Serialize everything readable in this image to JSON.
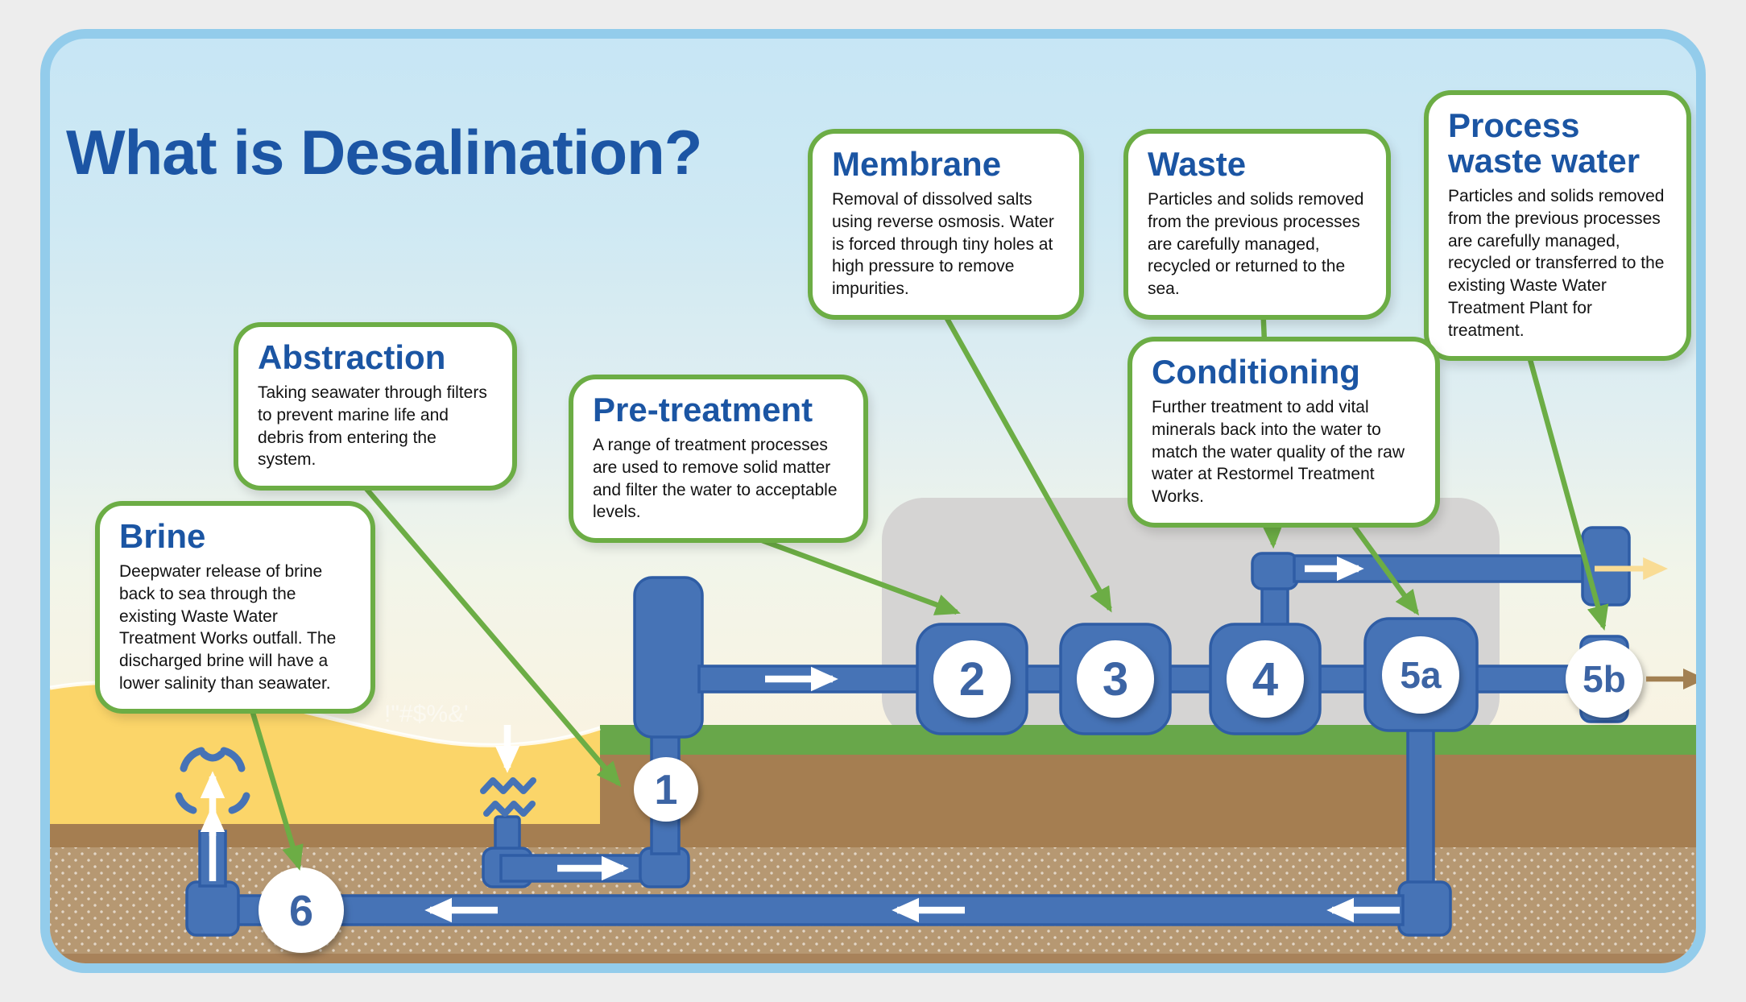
{
  "title": "What is Desalination?",
  "callouts": {
    "abstraction": {
      "heading": "Abstraction",
      "body": "Taking seawater through filters to prevent marine life and debris from entering the system."
    },
    "pretreatment": {
      "heading": "Pre-treatment",
      "body": "A range of treatment processes are used to remove solid matter and filter the water to acceptable levels."
    },
    "membrane": {
      "heading": "Membrane",
      "body": "Removal of dissolved salts using reverse osmosis. Water is forced through tiny holes at high pressure to remove impurities."
    },
    "waste": {
      "heading": "Waste",
      "body": "Particles and solids removed from the previous processes are carefully managed, recycled or returned to the sea."
    },
    "process_waste_water": {
      "heading": "Process waste water",
      "body": "Particles and solids removed from the previous processes are carefully managed, recycled or transferred to the existing Waste Water Treatment Plant for treatment."
    },
    "conditioning": {
      "heading": "Conditioning",
      "body": "Further treatment to add vital minerals back into the water to match the water quality of the raw water at Restormel Treatment Works."
    },
    "brine": {
      "heading": "Brine",
      "body": "Deepwater release of brine back to sea through the existing Waste Water Treatment Works outfall. The discharged brine will have a lower salinity than seawater."
    }
  },
  "nodes": {
    "n1": "1",
    "n2": "2",
    "n3": "3",
    "n4": "4",
    "n5a": "5a",
    "n5b": "5b",
    "n6": "6"
  },
  "watermark": "!\"#$%&'",
  "colors": {
    "pipe_blue": "#4673b6",
    "pipe_outline": "#2f5da5",
    "connector_green": "#6cad45",
    "heading_blue": "#1b55a3",
    "title_blue": "#1c55a4",
    "sand_yellow": "#fbd569",
    "grass_green": "#68a74a",
    "soil_brown": "#a57e51",
    "soil_dotted_brown": "#b69872",
    "building_grey": "#d5d4d3",
    "panel_border_blue": "#93cceb",
    "waste_exit_arrow_yellow": "#f9dc95",
    "supply_exit_arrow_brown": "#a28052"
  }
}
